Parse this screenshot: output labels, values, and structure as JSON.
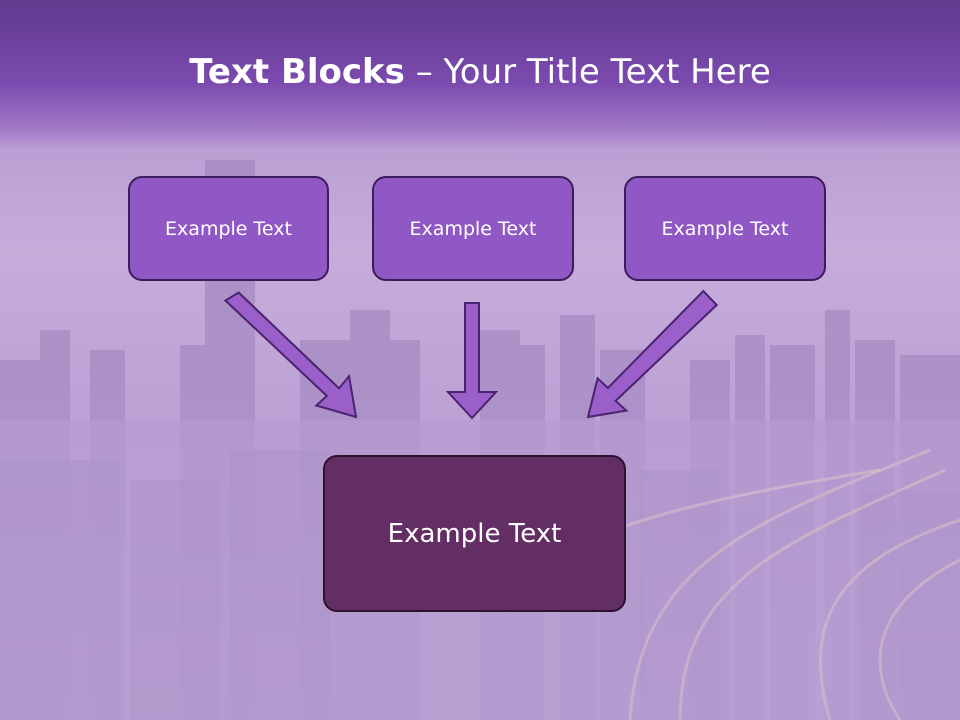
{
  "title": {
    "bold": "Text Blocks",
    "separator": "–",
    "rest": "Your Title Text Here"
  },
  "top_boxes": [
    {
      "label": "Example Text"
    },
    {
      "label": "Example Text"
    },
    {
      "label": "Example Text"
    }
  ],
  "bottom_box": {
    "label": "Example Text"
  },
  "colors": {
    "title_band": "#7b4aae",
    "top_box_fill": "#9058c4",
    "bottom_box_fill": "#632e63",
    "arrow_fill": "#9a5fc8",
    "arrow_stroke": "#4a2470"
  }
}
